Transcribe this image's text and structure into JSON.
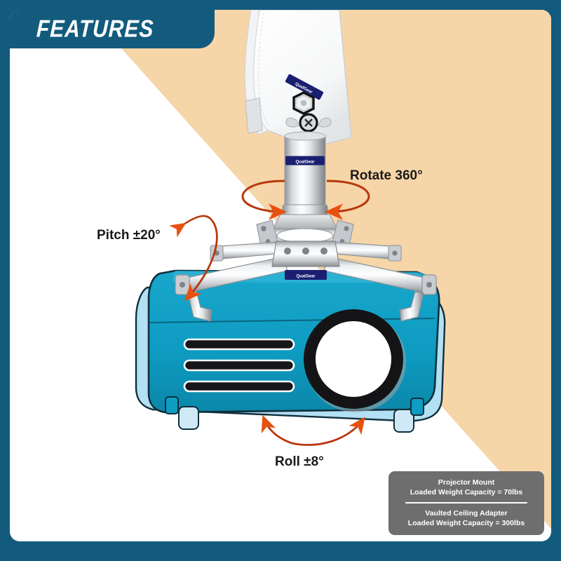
{
  "banner": {
    "title": "FEATURES"
  },
  "theme": {
    "frame_blue": "#125b7d",
    "ceiling_beige": "#f6d5a8",
    "projector_teal": "#0e9cc2",
    "projector_light_blue": "#b3e0f2",
    "arrow_orange": "#e04512",
    "spec_box_gray": "#6e6e6e",
    "lens_black": "#1c1c1c"
  },
  "annotations": [
    {
      "id": "rotate",
      "label": "Rotate 360°"
    },
    {
      "id": "pitch",
      "label": "Pitch ±20°"
    },
    {
      "id": "roll",
      "label": "Roll ±8°"
    }
  ],
  "labels": {
    "rotate": "Rotate 360°",
    "pitch": "Pitch ±20°",
    "roll": "Roll ±8°"
  },
  "brand": {
    "name": "QualGear",
    "chip_count": 3
  },
  "spec_box": {
    "groups": [
      {
        "title": "Projector Mount",
        "capacity": "Loaded Weight Capacity = 70lbs"
      },
      {
        "title": "Vaulted Ceiling Adapter",
        "capacity": "Loaded Weight Capacity = 300lbs"
      }
    ]
  },
  "illustration": {
    "parts": [
      "vaulted-ceiling-adapter",
      "hex-bolt",
      "wing-screw",
      "extension-pole",
      "swivel-hub",
      "spider-bracket-arms",
      "projector-body",
      "projector-lens",
      "projector-vents",
      "projector-feet"
    ],
    "vent_count": 3,
    "arm_count": 4,
    "foot_count": 2
  }
}
